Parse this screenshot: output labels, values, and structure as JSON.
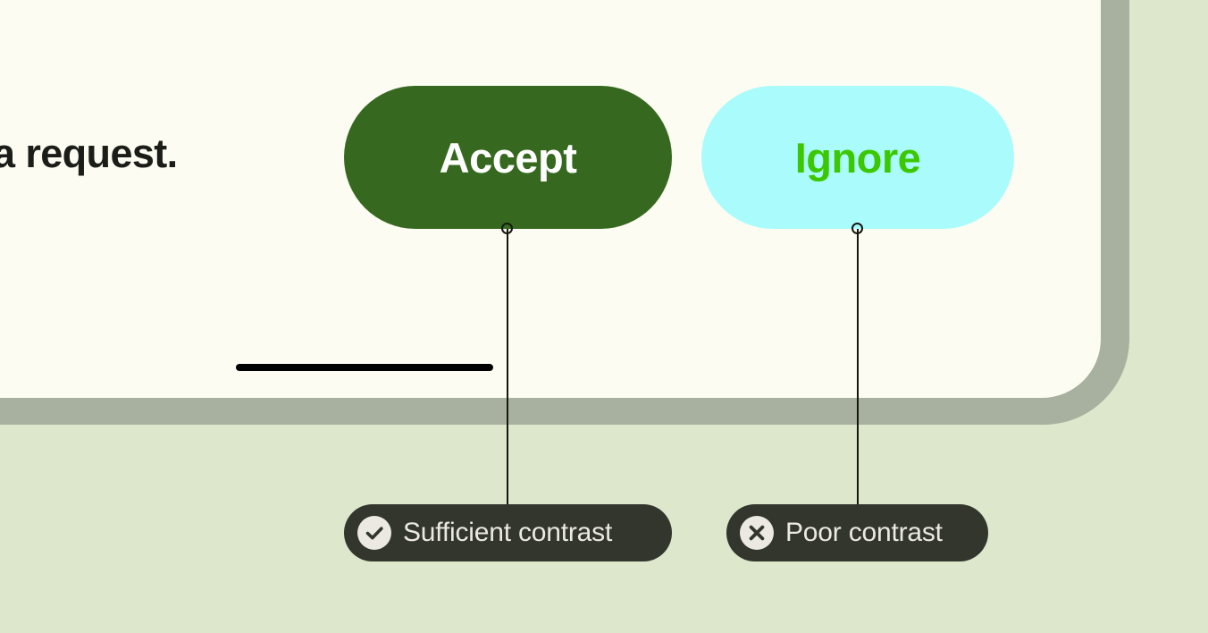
{
  "palette": {
    "page_background": "#dce7cb",
    "device_bezel": "#a8b0a0",
    "device_screen": "#fdfcf2",
    "card_surface": "#eef0e8",
    "text_primary": "#1b1d19",
    "accept_button_fill": "#36691f",
    "accept_button_text": "#ffffff",
    "ignore_button_fill": "#a9fcfb",
    "ignore_button_text": "#3cc800",
    "annotation_fill": "#33362d",
    "annotation_text": "#ebe9e1",
    "annotation_icon_disc": "#ebe9e1",
    "home_indicator": "#000000",
    "leader_line": "#16180f"
  },
  "screen": {
    "body_copy": "a request.",
    "actions": [
      {
        "id": "accept",
        "label": "Accept",
        "icon": "none",
        "style": "filled-dark-green"
      },
      {
        "id": "ignore",
        "label": "Ignore",
        "icon": "none",
        "style": "filled-cyan"
      }
    ],
    "home_indicator_label": "home-indicator"
  },
  "annotations": [
    {
      "id": "sufficient",
      "label": "Sufficient contrast",
      "icon": "check-circle-icon",
      "target": "accept"
    },
    {
      "id": "poor",
      "label": "Poor contrast",
      "icon": "x-circle-icon",
      "target": "ignore"
    }
  ]
}
